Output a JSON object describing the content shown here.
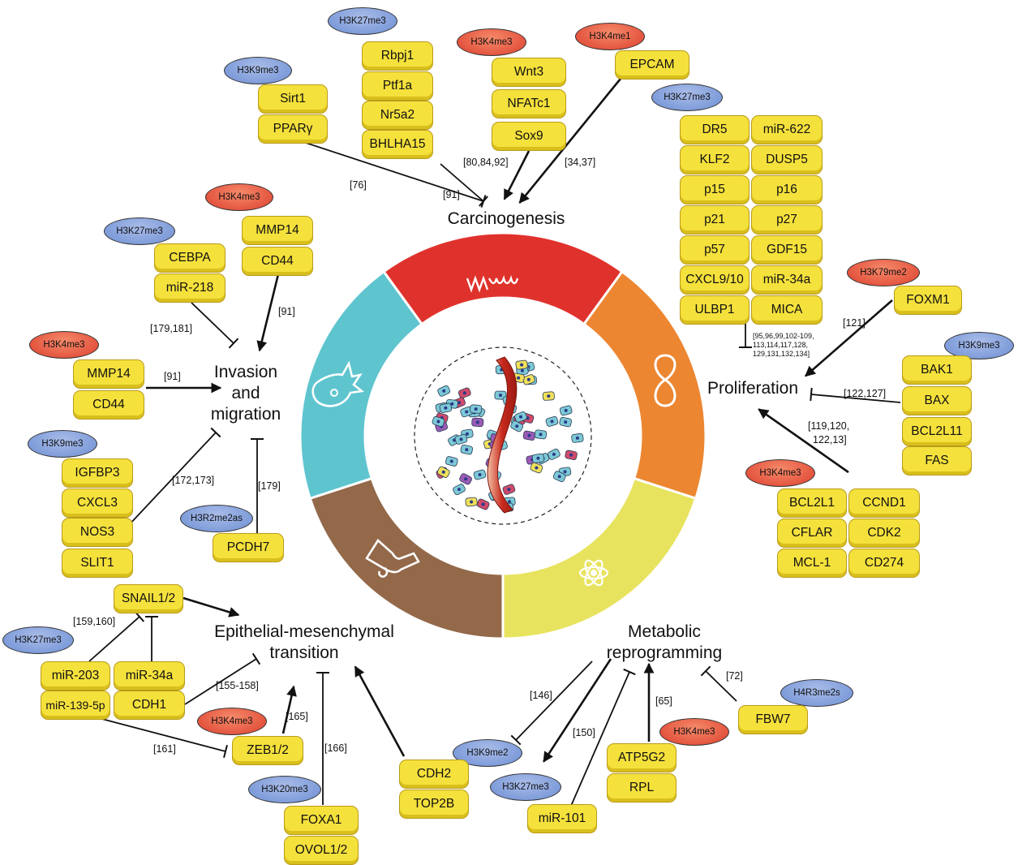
{
  "processes": {
    "carcinogenesis": "Carcinogenesis",
    "invasion": [
      "Invasion",
      "and",
      "migration"
    ],
    "proliferation": "Proliferation",
    "emt": [
      "Epithelial-mesenchymal",
      "transition"
    ],
    "metabolic": [
      "Metabolic",
      "reprogramming"
    ]
  },
  "marks": {
    "m1": "H3K27me3",
    "m2": "H3K4me3",
    "m3": "H3K4me1",
    "m4": "H3K9me3",
    "m5": "H3K27me3",
    "m6": "H3K4me3",
    "m7": "H3K27me3",
    "m8": "H3K79me2",
    "m9": "H3K4me3",
    "m10": "H3K9me3",
    "m11": "H3R2me2as",
    "m12": "H3K9me3",
    "m13": "H3K4me3",
    "m14": "H3K27me3",
    "m15": "H3K4me3",
    "m16": "H3K20me3",
    "m17": "H3K9me2",
    "m18": "H3K27me3",
    "m19": "H3K4me3",
    "m20": "H4R3me2s"
  },
  "genes": {
    "sirt1": "Sirt1",
    "ppary": "PPARγ",
    "rbpj1": "Rbpj1",
    "ptf1a": "Ptf1a",
    "nr5a2": "Nr5a2",
    "bhlha15": "BHLHA15",
    "wnt3": "Wnt3",
    "nfatc1": "NFATc1",
    "sox9": "Sox9",
    "epcam": "EPCAM",
    "dr5": "DR5",
    "mir622": "miR-622",
    "klf2": "KLF2",
    "dusp5": "DUSP5",
    "p15": "p15",
    "p16": "p16",
    "p21": "p21",
    "p27": "p27",
    "p57": "p57",
    "gdf15": "GDF15",
    "cxcl910": "CXCL9/10",
    "mir34a_p": "miR-34a",
    "ulbp1": "ULBP1",
    "mica": "MICA",
    "foxm1": "FOXM1",
    "bak1": "BAK1",
    "bax": "BAX",
    "bcl2l11": "BCL2L11",
    "fas": "FAS",
    "bcl2l1": "BCL2L1",
    "ccnd1": "CCND1",
    "cflar": "CFLAR",
    "cdk2": "CDK2",
    "mcl1": "MCL-1",
    "cd274": "CD274",
    "cebpa": "CEBPA",
    "mir218": "miR-218",
    "mmp14_a": "MMP14",
    "cd44_a": "CD44",
    "mmp14_b": "MMP14",
    "cd44_b": "CD44",
    "igfbp3": "IGFBP3",
    "cxcl3": "CXCL3",
    "nos3": "NOS3",
    "slit1": "SLIT1",
    "pcdh7": "PCDH7",
    "snail": "SNAIL1/2",
    "mir203": "miR-203",
    "mir139": "miR-139-5p",
    "mir34a_e": "miR-34a",
    "cdh1": "CDH1",
    "zeb": "ZEB1/2",
    "foxa1": "FOXA1",
    "ovol": "OVOL1/2",
    "cdh2": "CDH2",
    "top2b": "TOP2B",
    "mir101": "miR-101",
    "atp5g2": "ATP5G2",
    "rpl": "RPL",
    "fbw7": "FBW7"
  },
  "refs": {
    "r76": "[76]",
    "r91a": "[91]",
    "r80": "[80,84,92]",
    "r34": "[34,37]",
    "r95a": "[95,96,99,102-109,",
    "r95b": "113,114,117,128,",
    "r95c": "129,131,132,134]",
    "r121": "[121]",
    "r122": "[122,127]",
    "r119a": "[119,120,",
    "r119b": "122,13]",
    "r179181": "[179,181]",
    "r91b": "[91]",
    "r91c": "[91]",
    "r172": "[172,173]",
    "r179": "[179]",
    "r159": "[159,160]",
    "r155": "[155-158]",
    "r165": "[165]",
    "r161": "[161]",
    "r166": "[166]",
    "r146": "[146]",
    "r150": "[150]",
    "r65": "[65]",
    "r72": "[72]"
  },
  "colors": {
    "ring_red": "#e0322c",
    "ring_orange": "#ec8631",
    "ring_yellow": "#e8e35f",
    "ring_brown": "#93694a",
    "ring_teal": "#5ec5cf",
    "gene_fill": "#f5e13c",
    "mark_red": "#e2553f",
    "mark_blue": "#7e9bd9"
  }
}
